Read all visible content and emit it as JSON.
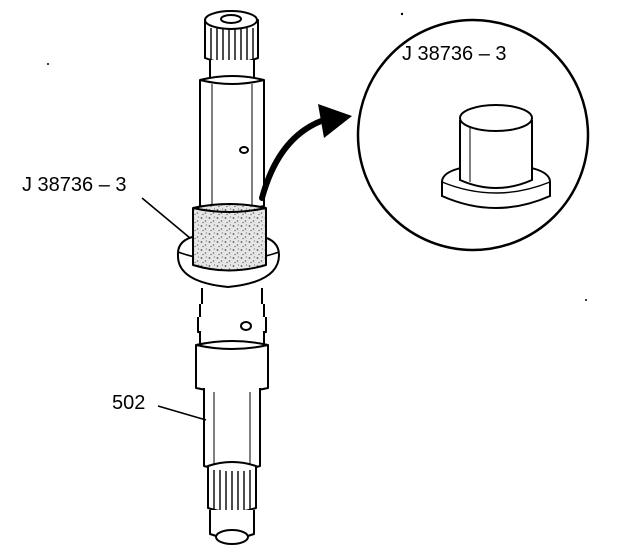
{
  "labels": {
    "tool_left": "J 38736 – 3",
    "tool_detail": "J 38736 – 3",
    "part": "502"
  },
  "colors": {
    "ink": "#000000",
    "paper": "#ffffff",
    "tool_fill": "#d9d9d9"
  }
}
